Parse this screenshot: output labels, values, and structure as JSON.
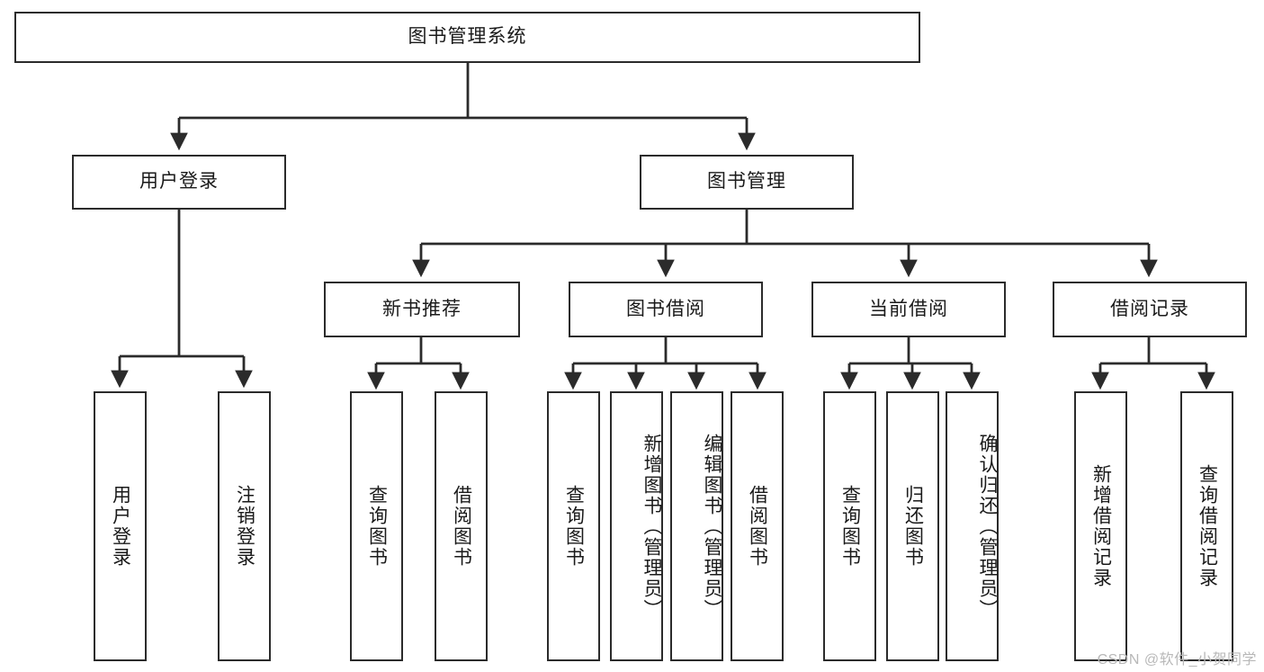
{
  "diagram": {
    "title": "图书管理系统",
    "watermark": "CSDN @软件_小贺同学",
    "colors": {
      "stroke": "#2b2b2b",
      "fill": "#ffffff",
      "text": "#1a1a1a",
      "watermark": "#b8b8b8"
    },
    "root": {
      "id": "root",
      "label": "图书管理系统"
    },
    "level2": [
      {
        "id": "user-login",
        "label": "用户登录"
      },
      {
        "id": "book-manage",
        "label": "图书管理"
      }
    ],
    "level3": [
      {
        "id": "new-book-recommend",
        "label": "新书推荐"
      },
      {
        "id": "book-borrow",
        "label": "图书借阅"
      },
      {
        "id": "current-borrow",
        "label": "当前借阅"
      },
      {
        "id": "borrow-record",
        "label": "借阅记录"
      }
    ],
    "leaves": {
      "user_login": [
        {
          "id": "leaf-user-login",
          "label": "用户登录"
        },
        {
          "id": "leaf-logout-login",
          "label": "注销登录"
        }
      ],
      "new_book_recommend": [
        {
          "id": "leaf-query-book-1",
          "label": "查询图书"
        },
        {
          "id": "leaf-borrow-book-1",
          "label": "借阅图书"
        }
      ],
      "book_borrow": [
        {
          "id": "leaf-query-book-2",
          "label": "查询图书"
        },
        {
          "id": "leaf-add-book",
          "label": "新增图书（管理员）"
        },
        {
          "id": "leaf-edit-book",
          "label": "编辑图书（管理员）"
        },
        {
          "id": "leaf-borrow-book-2",
          "label": "借阅图书"
        }
      ],
      "current_borrow": [
        {
          "id": "leaf-query-book-3",
          "label": "查询图书"
        },
        {
          "id": "leaf-return-book",
          "label": "归还图书"
        },
        {
          "id": "leaf-confirm-return",
          "label": "确认归还（管理员）"
        }
      ],
      "borrow_record": [
        {
          "id": "leaf-add-record",
          "label": "新增借阅记录"
        },
        {
          "id": "leaf-query-record",
          "label": "查询借阅记录"
        }
      ]
    }
  }
}
